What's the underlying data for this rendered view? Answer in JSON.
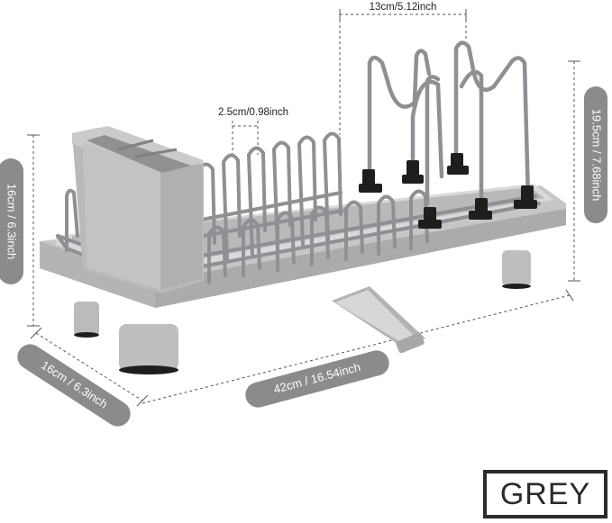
{
  "dimensions": {
    "top_width": "13cm/5.12inch",
    "slot_spacing": "2.5cm/0.98inch",
    "height_right": "19.5cm / 7.68inch",
    "height_left": "16cm / 6.3inch",
    "depth": "16cm / 6.3inch",
    "length": "42cm / 16.54inch"
  },
  "color_label": "GREY",
  "colors": {
    "product_grey": "#a7a9ab",
    "tray_grey": "#c4c6c8",
    "wire_grey": "#8e9093",
    "rubber_black": "#1e1e1e",
    "pill_grey": "#8b8b8b",
    "badge_border": "#2b2b2b"
  }
}
